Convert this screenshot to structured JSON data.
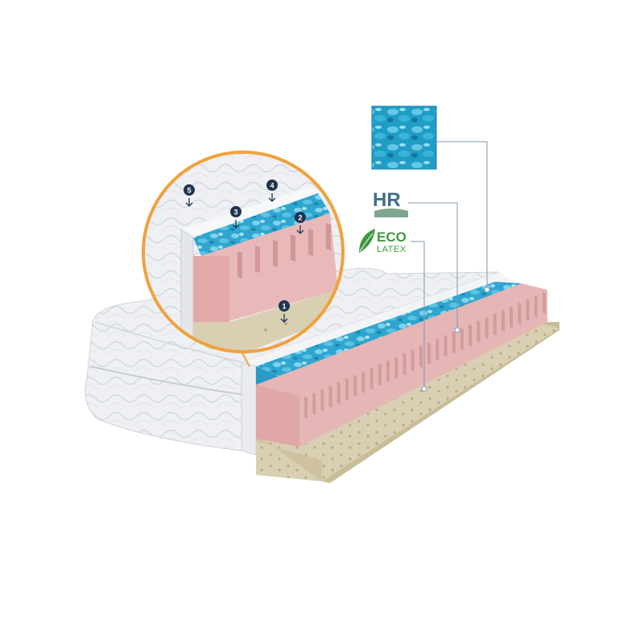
{
  "markers": [
    {
      "id": "marker-1",
      "number": "1"
    },
    {
      "id": "marker-2",
      "number": "2"
    },
    {
      "id": "marker-3",
      "number": "3"
    },
    {
      "id": "marker-4",
      "number": "4"
    },
    {
      "id": "marker-5",
      "number": "5"
    }
  ],
  "badges": {
    "hr_text": "HR",
    "eco_text": "ECO",
    "latex_text": "LATEX"
  },
  "colors": {
    "marker_fill": "#1f3550",
    "callout_line": "#7a9ab6",
    "zoom_ring": "#f0a23c",
    "hr_color": "#3f6e8e",
    "eco_color": "#3e9a3e",
    "gel_blue": "#2fa6cf",
    "foam_pink": "#e6b5b5",
    "latex_beige": "#d9cfb2",
    "cover_white": "#eef0f3"
  },
  "icons": [
    "gel-swatch-icon",
    "hr-foam-icon",
    "eco-leaf-icon",
    "arrow-down-icon"
  ]
}
